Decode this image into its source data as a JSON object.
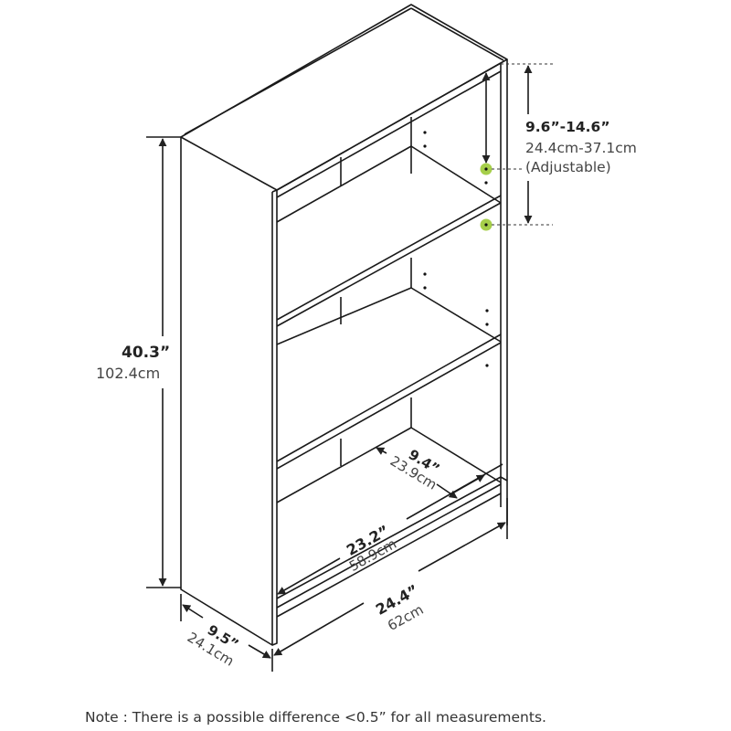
{
  "diagram": {
    "subject": "Bookcase with 3 shelves (2 adjustable)",
    "colors": {
      "line": "#1a1a1a",
      "arrow": "#222222",
      "background": "#ffffff",
      "adjustable_marker": "#a6cf4a",
      "dashed_guide": "#333333"
    },
    "dimensions": {
      "height": {
        "imperial": "40.3”",
        "metric": "102.4cm"
      },
      "shelf_gap": {
        "imperial": "9.6”-14.6”",
        "metric": "24.4cm-37.1cm",
        "note": "(Adjustable)"
      },
      "inner_depth": {
        "imperial": "9.4”",
        "metric": "23.9cm"
      },
      "inner_width": {
        "imperial": "23.2”",
        "metric": "58.9cm"
      },
      "outer_width": {
        "imperial": "24.4”",
        "metric": "62cm"
      },
      "outer_depth": {
        "imperial": "9.5”",
        "metric": "24.1cm"
      }
    },
    "footnote": "Note : There is a possible difference <0.5” for all measurements."
  }
}
